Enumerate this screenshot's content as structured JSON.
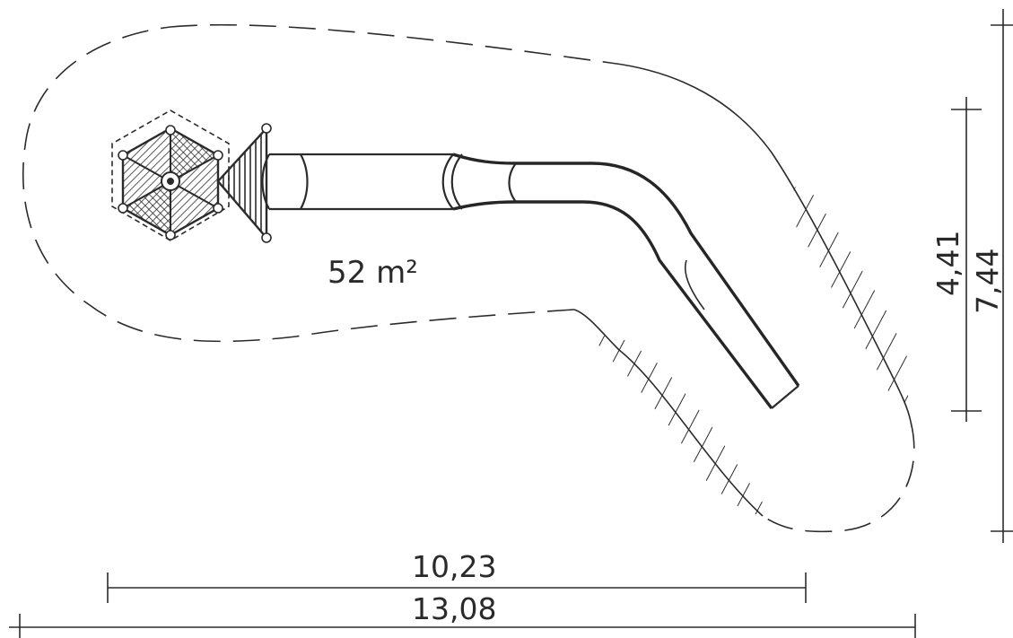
{
  "plan": {
    "area_label": "52 m²"
  },
  "dimensions": {
    "width_inner": "10,23",
    "width_outer": "13,08",
    "height_inner": "4,41",
    "height_outer": "7,44"
  }
}
